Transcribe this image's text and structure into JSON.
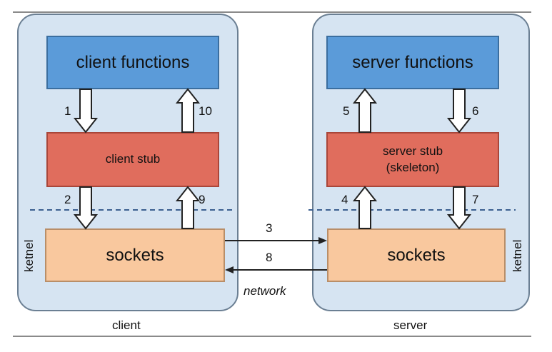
{
  "client": {
    "functions_label": "client functions",
    "stub_label": "client stub",
    "sockets_label": "sockets",
    "kernel_label": "ketnel",
    "caption": "client"
  },
  "server": {
    "functions_label": "server functions",
    "stub_line1": "server stub",
    "stub_line2": "(skeleton)",
    "sockets_label": "sockets",
    "kernel_label": "ketnel",
    "caption": "server"
  },
  "steps": {
    "s1": "1",
    "s2": "2",
    "s3": "3",
    "s4": "4",
    "s5": "5",
    "s6": "6",
    "s7": "7",
    "s8": "8",
    "s9": "9",
    "s10": "10"
  },
  "network_label": "network",
  "colors": {
    "panel": "#d6e4f2",
    "functions": "#5b9bd9",
    "stub": "#e06d5d",
    "sockets": "#f9c89e",
    "kernel_line": "#3c5f90"
  }
}
